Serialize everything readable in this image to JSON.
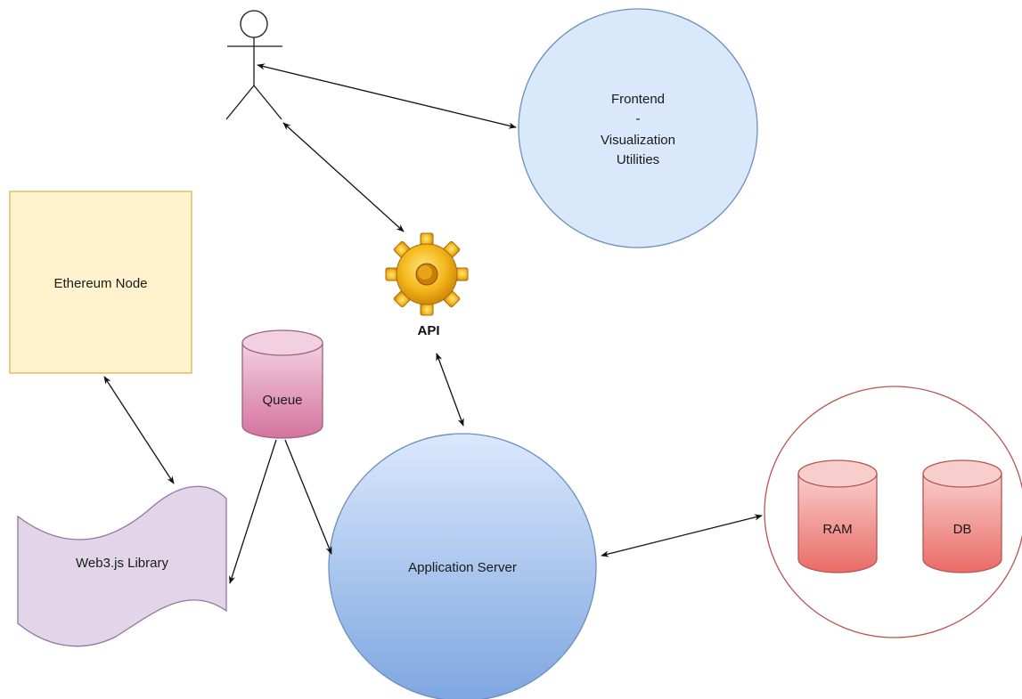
{
  "nodes": {
    "frontend": {
      "line1": "Frontend",
      "line2": "-",
      "line3": "Visualization",
      "line4": "Utilities"
    },
    "ethereum_node": {
      "label": "Ethereum Node"
    },
    "api": {
      "label": "API",
      "icon": "gear-icon"
    },
    "queue": {
      "label": "Queue"
    },
    "web3": {
      "label": "Web3.js Library"
    },
    "app_server": {
      "label": "Application Server"
    },
    "ram": {
      "label": "RAM"
    },
    "db": {
      "label": "DB"
    }
  },
  "actor": {
    "icon": "user-actor-icon"
  },
  "colors": {
    "frontend_fill": "#dae8fc",
    "frontend_stroke": "#6c8ebf",
    "ethereum_fill": "#fff2cc",
    "ethereum_stroke": "#d6b656",
    "queue_fill": "#e6aac6",
    "web3_fill": "#e1d5e7",
    "app_server_fill": "#7ea6e0",
    "storage_fill": "#f19c99",
    "storage_ring": "#b85450"
  },
  "edges": [
    "actor-frontend",
    "actor-api",
    "api-app_server",
    "ethereum_node-web3",
    "queue-web3",
    "queue-app_server",
    "app_server-storage"
  ]
}
